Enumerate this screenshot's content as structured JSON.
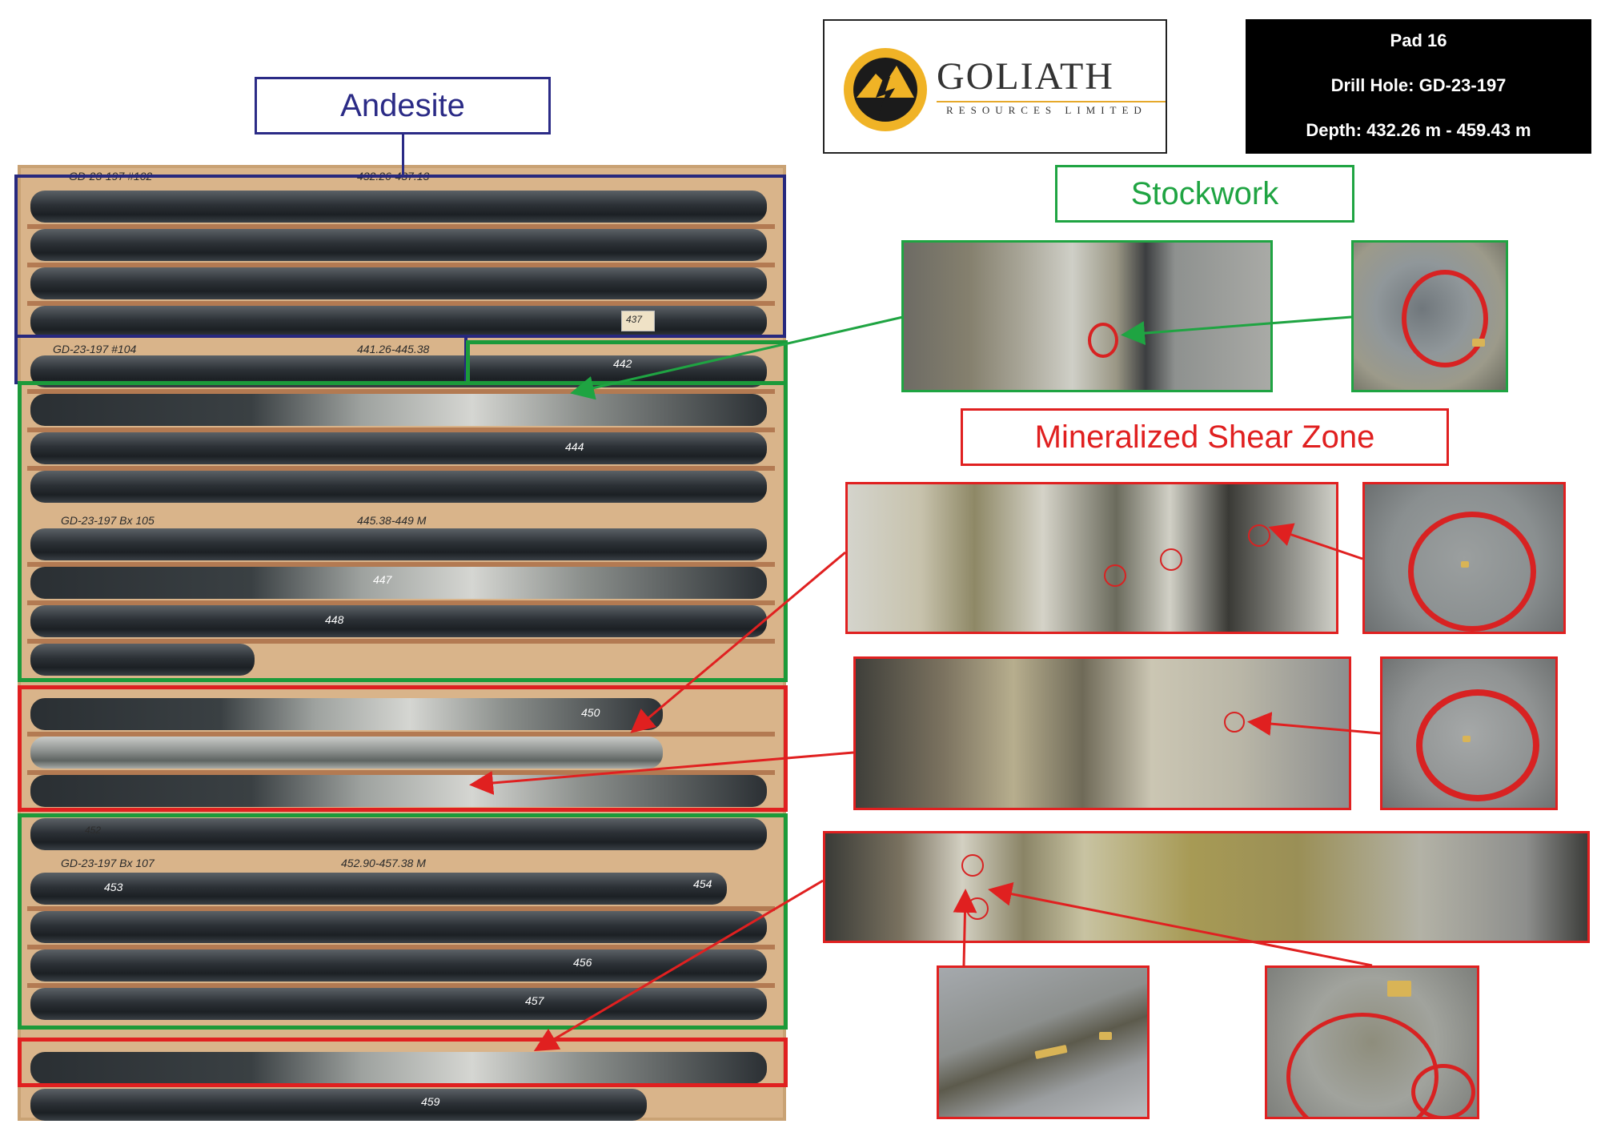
{
  "labels": {
    "andesite": "Andesite",
    "stockwork": "Stockwork",
    "shear_zone": "Mineralized Shear Zone"
  },
  "logo": {
    "name": "GOLIATH",
    "subtitle": "RESOURCES LIMITED"
  },
  "info": {
    "pad": "Pad 16",
    "drill_hole": "Drill Hole: GD-23-197",
    "depth": "Depth: 432.26 m - 459.43 m"
  },
  "core_boxes": [
    {
      "label": "GD-23-197 #102",
      "range": "432.26-437.13"
    },
    {
      "label": "GD-23-197 #104",
      "range": "441.26-445.38"
    },
    {
      "label": "GD-23-197 Bx 105",
      "range": "445.38-449 M"
    },
    {
      "label": "GD-23-197 Bx 107",
      "range": "452.90-457.38 M"
    }
  ],
  "depth_marks": [
    "437",
    "442",
    "444",
    "447",
    "448",
    "450",
    "452",
    "453",
    "454",
    "456",
    "457",
    "459"
  ],
  "colors": {
    "andesite": "#2b2b86",
    "stockwork": "#1fa442",
    "shear_zone": "#e02020"
  }
}
